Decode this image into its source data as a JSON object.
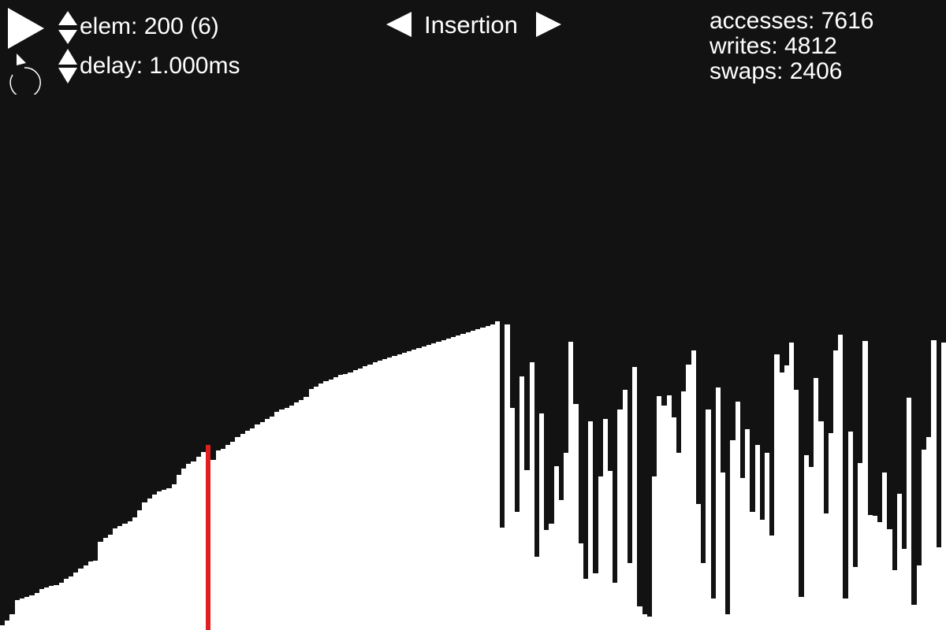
{
  "controls": {
    "play_icon": "play-icon",
    "reset_icon": "reset-icon",
    "elem_label": "elem: 200 (6)",
    "delay_label": "delay: 1.000ms",
    "algorithm_label": "Insertion"
  },
  "stats": {
    "accesses": "accesses: 7616",
    "writes": "writes: 4812",
    "swaps": "swaps: 2406"
  },
  "colors": {
    "background": "#121212",
    "bar": "#ffffff",
    "highlight": "#e02020"
  },
  "chart_data": {
    "type": "bar",
    "ylim": [
      0,
      800
    ],
    "highlight_index": 42,
    "values": [
      6,
      12,
      20,
      38,
      40,
      42,
      44,
      47,
      52,
      54,
      56,
      57,
      60,
      65,
      68,
      73,
      78,
      82,
      87,
      88,
      112,
      117,
      121,
      129,
      132,
      135,
      138,
      143,
      152,
      162,
      167,
      172,
      176,
      178,
      180,
      185,
      197,
      205,
      211,
      214,
      220,
      226,
      235,
      216,
      228,
      230,
      235,
      239,
      245,
      249,
      253,
      256,
      261,
      264,
      268,
      271,
      277,
      280,
      282,
      285,
      289,
      292,
      296,
      306,
      309,
      313,
      316,
      318,
      321,
      324,
      325,
      327,
      330,
      332,
      335,
      337,
      340,
      342,
      344,
      346,
      348,
      350,
      352,
      354,
      356,
      358,
      360,
      362,
      364,
      366,
      368,
      370,
      372,
      374,
      376,
      378,
      380,
      382,
      384,
      386,
      388,
      392,
      130,
      388,
      282,
      150,
      322,
      203,
      340,
      93,
      275,
      127,
      135,
      208,
      165,
      225,
      366,
      287,
      110,
      65,
      265,
      72,
      195,
      268,
      202,
      60,
      280,
      305,
      85,
      334,
      30,
      20,
      17,
      195,
      297,
      285,
      298,
      270,
      225,
      303,
      337,
      355,
      160,
      85,
      280,
      40,
      308,
      200,
      20,
      241,
      290,
      193,
      255,
      150,
      235,
      140,
      225,
      120,
      350,
      327,
      336,
      365,
      305,
      42,
      222,
      207,
      320,
      265,
      148,
      250,
      355,
      375,
      40,
      252,
      80,
      212,
      367,
      146,
      145,
      137,
      200,
      128,
      76,
      173,
      103,
      295,
      32,
      82,
      229,
      245,
      368,
      105,
      365
    ]
  }
}
